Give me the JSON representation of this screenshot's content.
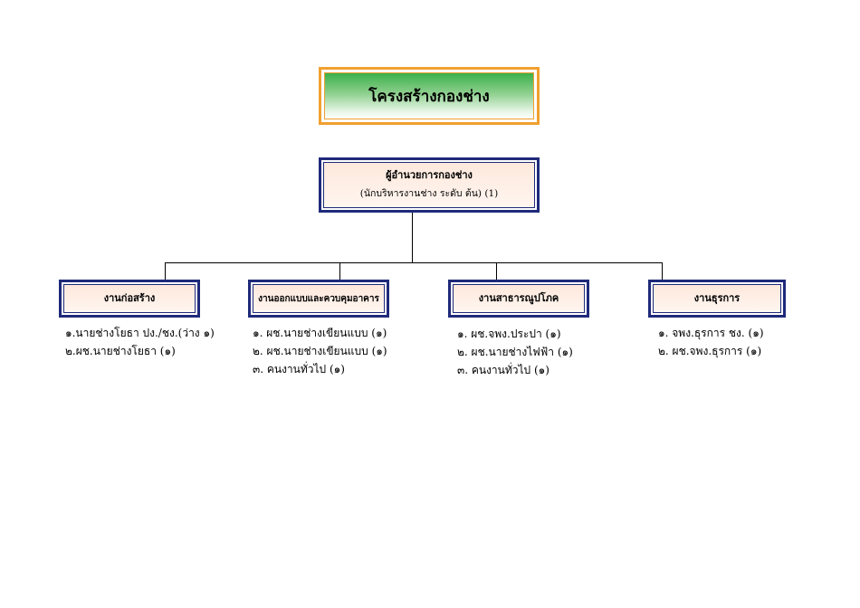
{
  "title": "โครงสร้างกองช่าง",
  "head": {
    "title": "ผู้อำนวยการกองช่าง",
    "subtitle": "(นักบริหารงานช่าง ระดับ ต้น) (1)"
  },
  "departments": [
    {
      "name": "งานก่อสร้าง",
      "staff": [
        "๑.นายช่างโยธา ปง./ชง.(ว่าง ๑)",
        "๒.ผช.นายช่างโยธา (๑)"
      ]
    },
    {
      "name": "งานออกแบบและควบคุมอาคาร",
      "staff": [
        "๑. ผช.นายช่างเขียนแบบ (๑)",
        "๒. ผช.นายช่างเขียนแบบ (๑)",
        "๓. คนงานทั่วไป (๑)"
      ]
    },
    {
      "name": "งานสาธารณูปโภค",
      "staff": [
        "๑. ผช.จพง.ประปา (๑)",
        "๒. ผช.นายช่างไฟฟ้า (๑)",
        "๓. คนงานทั่วไป (๑)"
      ]
    },
    {
      "name": "งานธุรการ",
      "staff": [
        "๑. จพง.ธุรการ ชง. (๑)",
        "๒. ผช.จพง.ธุรการ (๑)"
      ]
    }
  ]
}
